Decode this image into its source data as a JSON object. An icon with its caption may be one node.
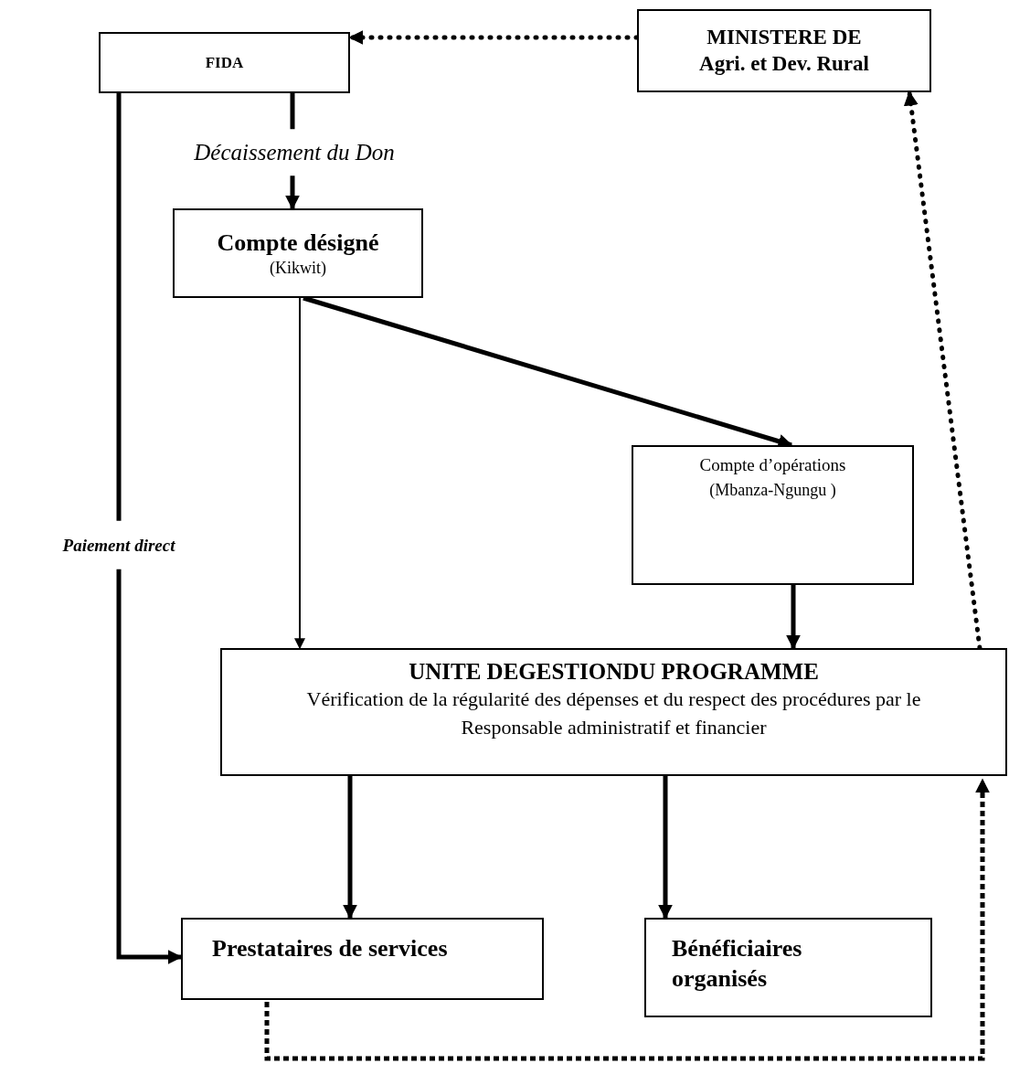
{
  "diagram": {
    "nodes": [
      {
        "text": [
          "FIDA"
        ]
      },
      {
        "text": [
          "MINISTERE DE Agri. et Dev. Rural"
        ]
      },
      {
        "text": [
          "Compte désigné",
          "(Kikwit)"
        ]
      },
      {
        "text": [
          "Compte d’opérations",
          "(Mbanza-Ngungu )"
        ]
      },
      {
        "text": [
          "UNITE DEGESTIONDU PROGRAMME",
          "Vérification de la régularité des dépenses et du respect des procédures par le Responsable administratif et financier"
        ]
      },
      {
        "text": [
          "Prestataires de services"
        ]
      },
      {
        "text": [
          "Bénéficiaires organisés"
        ]
      }
    ],
    "edges": [
      {
        "from": 1,
        "to": 0,
        "arrow": "to",
        "style": "dashed"
      },
      {
        "from": 0,
        "to": 2,
        "arrow": "to",
        "label": "Décaissement du Don"
      },
      {
        "from": 0,
        "to": 5,
        "arrow": "to",
        "label": "Paiement direct"
      },
      {
        "from": 2,
        "to": 4,
        "arrow": "to"
      },
      {
        "from": 2,
        "to": 3,
        "arrow": "to"
      },
      {
        "from": 3,
        "to": 4,
        "arrow": "to"
      },
      {
        "from": 4,
        "to": 1,
        "arrow": "to",
        "style": "dashed"
      },
      {
        "from": 4,
        "to": 5,
        "arrow": "to"
      },
      {
        "from": 4,
        "to": 6,
        "arrow": "to"
      },
      {
        "from": 5,
        "to": 4,
        "arrow": "to",
        "style": "dashed"
      }
    ]
  }
}
